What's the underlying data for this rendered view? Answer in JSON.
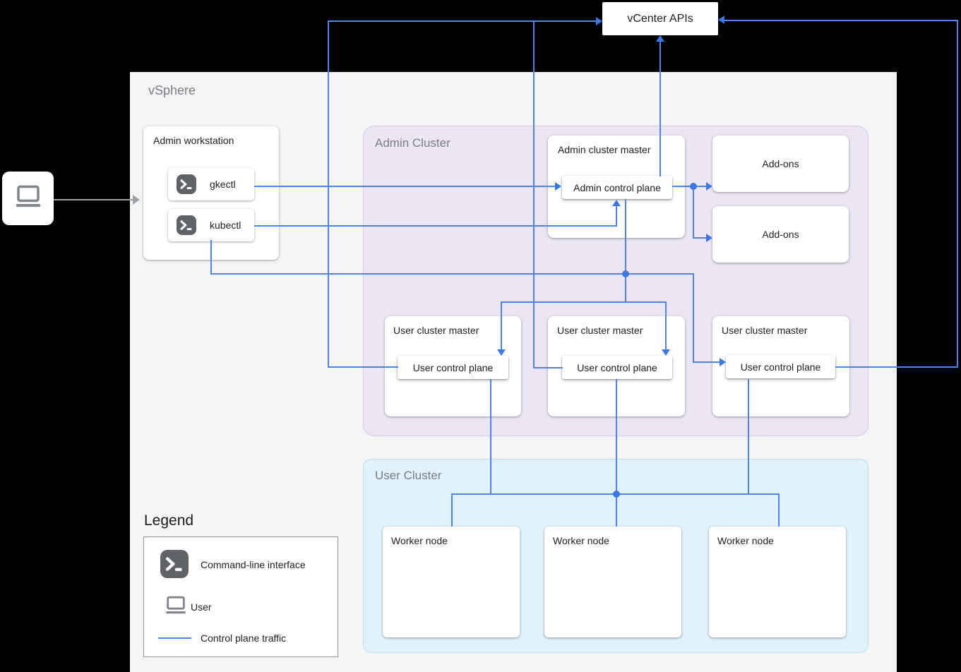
{
  "colors": {
    "background": "#000000",
    "vsphere_panel": "#f5f5f6",
    "admin_cluster_bg": "#ebe5f4",
    "user_cluster_bg": "#e0f2fc",
    "control_plane_traffic_line": "#4e82ec",
    "terminal_icon_bg": "#5f6368",
    "user_arrow_gray": "#9aa0a6"
  },
  "vcenter": {
    "label": "vCenter APIs"
  },
  "vsphere": {
    "label": "vSphere"
  },
  "admin_workstation": {
    "label": "Admin workstation",
    "tools": [
      {
        "label": "gkectl"
      },
      {
        "label": "kubectl"
      }
    ]
  },
  "admin_cluster": {
    "label": "Admin Cluster",
    "admin_master": {
      "label": "Admin cluster master",
      "control_plane": "Admin control plane"
    },
    "addons": [
      {
        "label": "Add-ons"
      },
      {
        "label": "Add-ons"
      }
    ],
    "user_masters": [
      {
        "label": "User cluster master",
        "control_plane": "User control plane"
      },
      {
        "label": "User cluster master",
        "control_plane": "User control plane"
      },
      {
        "label": "User cluster master",
        "control_plane": "User control plane"
      }
    ]
  },
  "user_cluster": {
    "label": "User Cluster",
    "workers": [
      {
        "label": "Worker node"
      },
      {
        "label": "Worker node"
      },
      {
        "label": "Worker node"
      }
    ]
  },
  "legend": {
    "title": "Legend",
    "items": [
      {
        "icon": "terminal-icon",
        "label": "Command-line interface"
      },
      {
        "icon": "laptop-icon",
        "label": "User"
      },
      {
        "icon": "control-plane-line",
        "label": "Control plane traffic"
      }
    ]
  }
}
